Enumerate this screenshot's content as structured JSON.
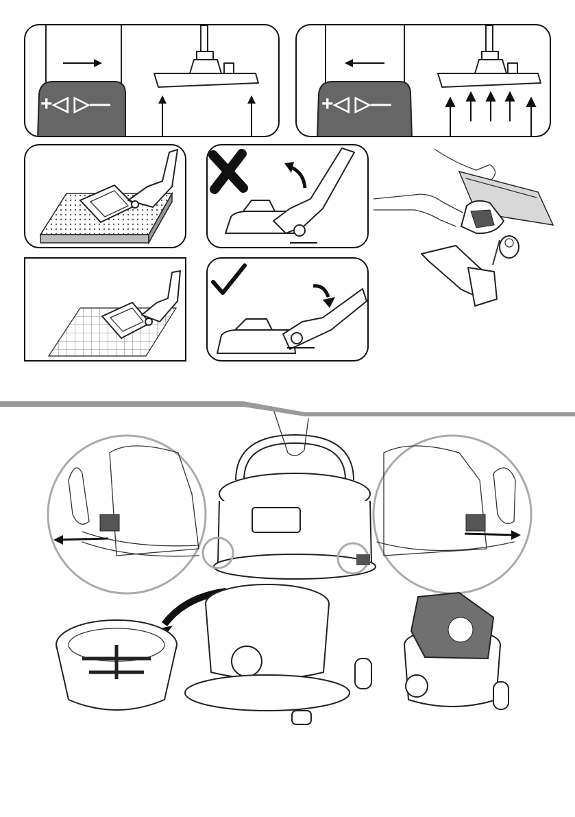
{
  "panels": {
    "hard_floor": {
      "slider_label": "+◁ ▷—",
      "arrow_direction": "right"
    },
    "carpet_mode": {
      "slider_label": "+◁ ▷—",
      "arrow_direction": "left"
    }
  },
  "marks": {
    "wrong": "cross",
    "right": "check"
  },
  "colors": {
    "ink": "#222222",
    "slider": "#666666",
    "divider": "#9a9a9a",
    "bag": "#707070"
  }
}
